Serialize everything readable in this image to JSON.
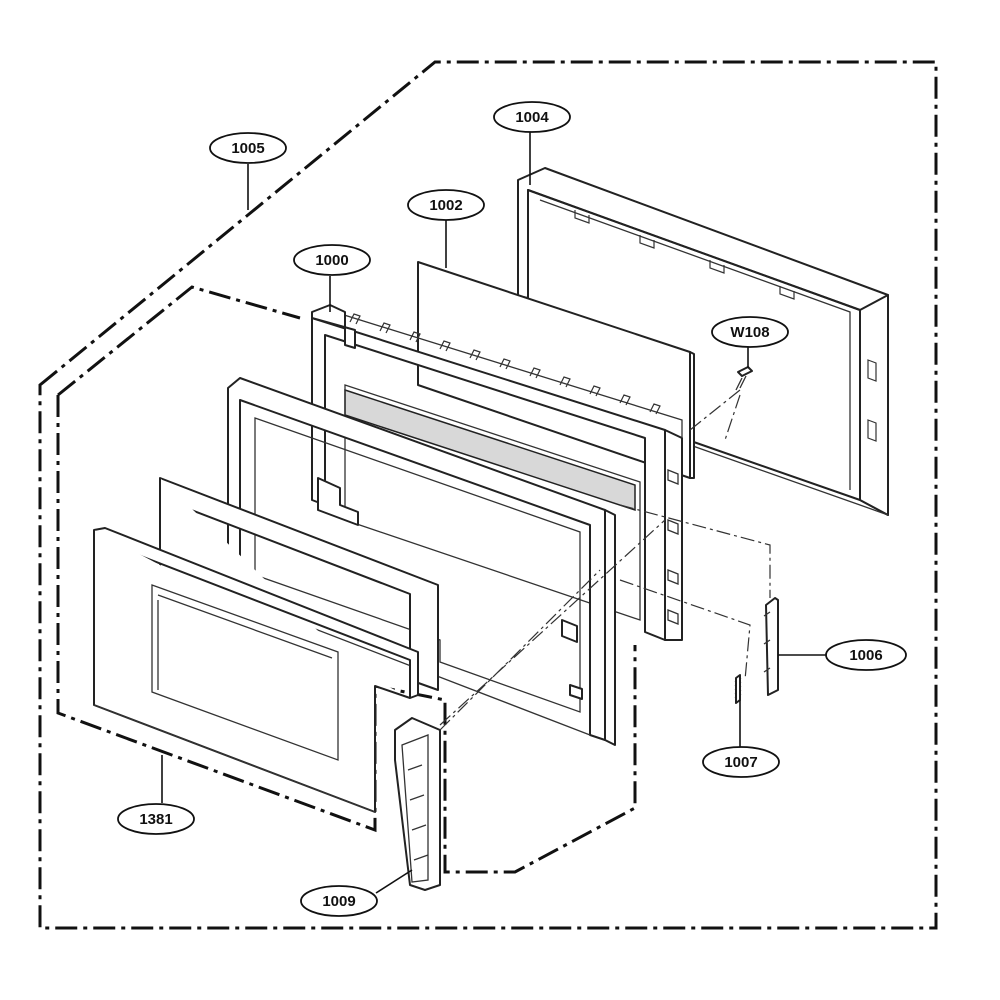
{
  "callouts": [
    {
      "id": "c1005",
      "label": "1005"
    },
    {
      "id": "c1004",
      "label": "1004"
    },
    {
      "id": "c1002",
      "label": "1002"
    },
    {
      "id": "c1000",
      "label": "1000"
    },
    {
      "id": "cW108",
      "label": "W108"
    },
    {
      "id": "c1006",
      "label": "1006"
    },
    {
      "id": "c1007",
      "label": "1007"
    },
    {
      "id": "c1381",
      "label": "1381"
    },
    {
      "id": "c1009",
      "label": "1009"
    }
  ]
}
